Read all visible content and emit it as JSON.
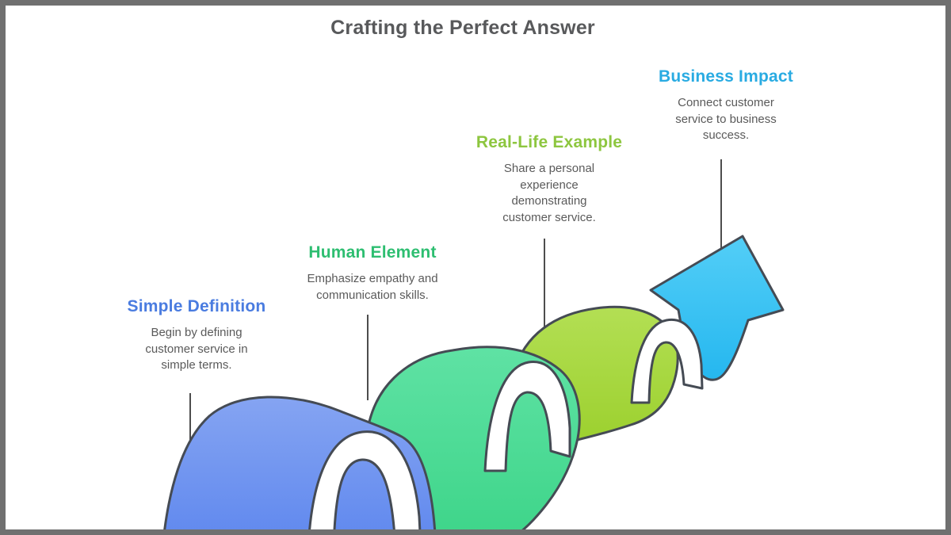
{
  "title": {
    "text": "Crafting the Perfect Answer",
    "color": "#58595B"
  },
  "steps": [
    {
      "heading": "Simple Definition",
      "description": "Begin by defining customer service in simple terms.",
      "heading_color": "#4A7CE0",
      "ribbon_top": "#85A4F2",
      "ribbon_bottom": "#5E87EE"
    },
    {
      "heading": "Human Element",
      "description": "Emphasize empathy and communication skills.",
      "heading_color": "#2EBE71",
      "ribbon_top": "#5FE2A4",
      "ribbon_bottom": "#3CD488"
    },
    {
      "heading": "Real-Life Example",
      "description": "Share a personal experience demonstrating customer service.",
      "heading_color": "#8DC63F",
      "ribbon_top": "#B3DF54",
      "ribbon_bottom": "#9ACF2B"
    },
    {
      "heading": "Business Impact",
      "description": "Connect customer service to business success.",
      "heading_color": "#29ABE2",
      "ribbon_top": "#53CEF7",
      "ribbon_bottom": "#25B7EF"
    }
  ],
  "body_text_color": "#5A5A5A",
  "colors": {
    "outline": "#454B54",
    "connector": "#4D4D4D",
    "hook_fill": "#FFFFFF",
    "frame": "#707070",
    "background": "#FFFFFF"
  }
}
